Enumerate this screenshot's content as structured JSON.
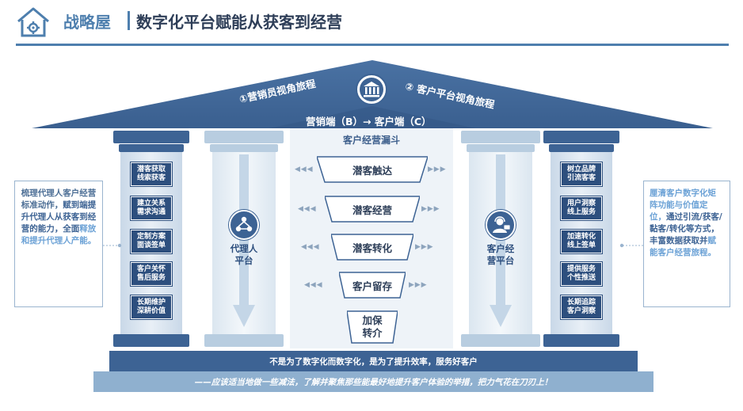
{
  "header": {
    "brand": "战略屋",
    "title": "数字化平台赋能从获客到经营"
  },
  "roof": {
    "left_label": "①营销员视角旅程",
    "right_label": "② 客户平台视角旅程",
    "bottom_label": "营销端（B）→ 客户端（C）"
  },
  "left_pillar": {
    "items": [
      "潜客获取\n线索获客",
      "建立关系\n需求沟通",
      "定制方案\n面谈签单",
      "客户关怀\n售后服务",
      "长期维护\n深耕价值"
    ]
  },
  "agent_pillar": {
    "label": "代理人\n平台",
    "icon": "people-network-icon"
  },
  "funnel": {
    "title": "客户经营漏斗",
    "steps": [
      "潜客触达",
      "潜客经营",
      "潜客转化",
      "客户留存",
      "加保\n转介"
    ]
  },
  "customer_pillar": {
    "label": "客户经\n营平台",
    "icon": "customer-service-icon"
  },
  "right_pillar": {
    "items": [
      "树立品牌\n引流客客",
      "用户洞察\n线上服务",
      "加速转化\n线上签单",
      "提供服务\n个性推送",
      "长期追踪\n客户洞察"
    ]
  },
  "left_box": {
    "part1": "梳理代理人客户经营标准动作，",
    "part2": "赋到端提升代理人从获客到经营的能力，全面",
    "part3": "释放和提升代理人产能。"
  },
  "right_box": {
    "part1": "厘清客户数字化矩阵功能与",
    "part2": "价值定位，",
    "part3": "通过引流/获客/黏客/转化等方式，丰富数据获取并",
    "part4": "赋能客户经营旅程。"
  },
  "base": {
    "line1": "不是为了数字化而数字化，是为了提升效率，服务好客户",
    "line2": "——应该适当地做一些减法，了解并聚焦那些能最好地提升客户体验的举措，把力气花在刀刃上！"
  },
  "colors": {
    "primary": "#3d6394",
    "accent": "#6ca2d6",
    "light": "#8fb0cf",
    "text": "#2e3e58"
  }
}
